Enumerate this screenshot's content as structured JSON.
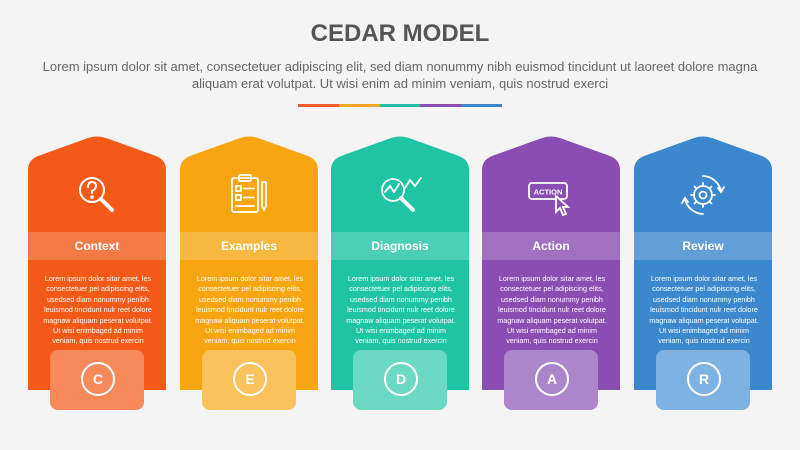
{
  "header": {
    "title": "CEDAR MODEL",
    "subtitle": "Lorem ipsum dolor sit amet, consectetuer adipiscing elit, sed diam nonummy nibh euismod tincidunt ut laoreet dolore magna aliquam erat volutpat. Ut wisi enim ad minim veniam, quis nostrud exerci",
    "divider_colors": [
      "#f05a28",
      "#f5a623",
      "#1fc0a6",
      "#8e4fb3",
      "#3b86cc"
    ]
  },
  "steps": [
    {
      "label": "Context",
      "letter": "C",
      "icon": "magnifier-question-icon",
      "color": "#f35a18",
      "tab_color": "#f7895a",
      "desc": "Lorem ipsum dolor sitar amet, les consectetuer pel adipiscing elits, usedsed diam nonummy penibh leuismod tincidunt nulr reet dolore magnaw aliquam peserat volutpat. Ut wisi enimbaged ad minim veniam, quis nostrud exercin"
    },
    {
      "label": "Examples",
      "letter": "E",
      "icon": "clipboard-checklist-icon",
      "color": "#f7a510",
      "tab_color": "#f9c25c",
      "desc": "Lorem ipsum dolor sitar amet, les consectetuer pel adipiscing elits, usedsed diam nonummy penibh leuismod tincidunt nulr reet dolore magnaw aliquam peserat volutpat. Ut wisi enimbaged ad minim veniam, quis nostrud exercin"
    },
    {
      "label": "Diagnosis",
      "letter": "D",
      "icon": "magnifier-chart-icon",
      "color": "#1fc4a3",
      "tab_color": "#6cd9c3",
      "desc": "Lorem ipsum dolor sitar amet, les consectetuer pel adipiscing elits, usedsed diam nonummy penibh leuismod tincidunt nulr reet dolore magnaw aliquam peserat volutpat. Ut wisi enimbaged ad minim veniam, quis nostrud exercin"
    },
    {
      "label": "Action",
      "letter": "A",
      "icon": "action-button-click-icon",
      "color": "#8a4db1",
      "tab_color": "#ad85cb",
      "desc": "Lorem ipsum dolor sitar amet, les consectetuer pel adipiscing elits, usedsed diam nonummy penibh leuismod tincidunt nulr reet dolore magnaw aliquam peserat volutpat. Ut wisi enimbaged ad minim veniam, quis nostrud exercin",
      "icon_text": "ACTION"
    },
    {
      "label": "Review",
      "letter": "R",
      "icon": "gear-cycle-icon",
      "color": "#3b88cf",
      "tab_color": "#7eb2e2",
      "desc": "Lorem ipsum dolor sitar amet, les consectetuer pel adipiscing elits, usedsed diam nonummy penibh leuismod tincidunt nulr reet dolore magnaw aliquam peserat volutpat. Ut wisi enimbaged ad minim veniam, quis nostrud exercin"
    }
  ]
}
